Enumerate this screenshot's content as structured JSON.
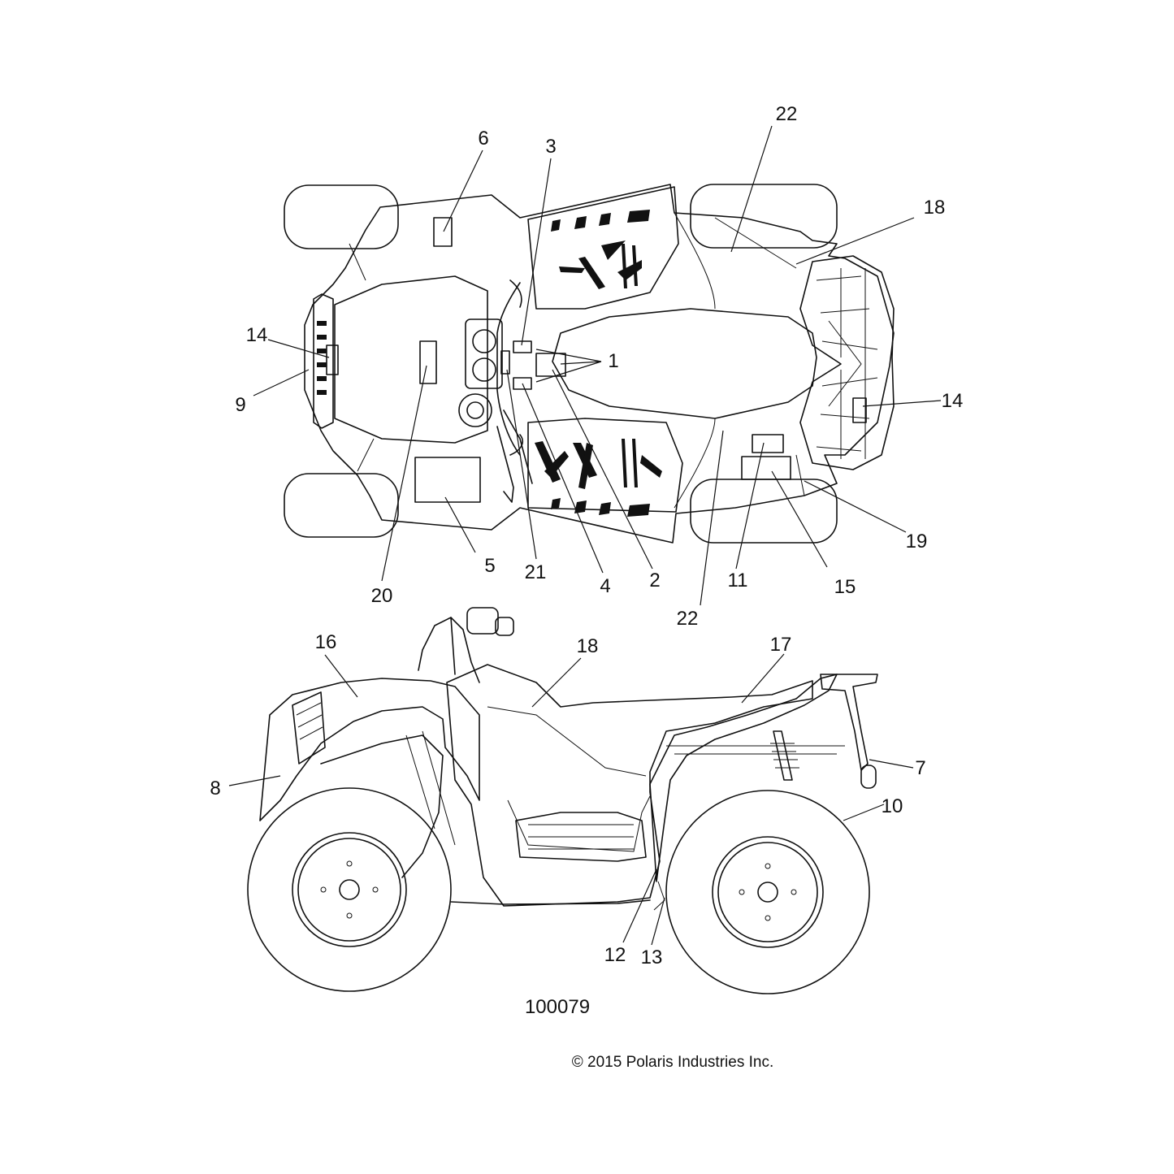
{
  "figure_number": "100079",
  "copyright": "© 2015 Polaris Industries Inc.",
  "callouts": [
    {
      "id": "c1",
      "label": "1"
    },
    {
      "id": "c2",
      "label": "2"
    },
    {
      "id": "c3",
      "label": "3"
    },
    {
      "id": "c4",
      "label": "4"
    },
    {
      "id": "c5",
      "label": "5"
    },
    {
      "id": "c6",
      "label": "6"
    },
    {
      "id": "c7",
      "label": "7"
    },
    {
      "id": "c8",
      "label": "8"
    },
    {
      "id": "c9",
      "label": "9"
    },
    {
      "id": "c10",
      "label": "10"
    },
    {
      "id": "c11",
      "label": "11"
    },
    {
      "id": "c12",
      "label": "12"
    },
    {
      "id": "c13",
      "label": "13"
    },
    {
      "id": "c14a",
      "label": "14"
    },
    {
      "id": "c14b",
      "label": "14"
    },
    {
      "id": "c15",
      "label": "15"
    },
    {
      "id": "c16",
      "label": "16"
    },
    {
      "id": "c17",
      "label": "17"
    },
    {
      "id": "c18a",
      "label": "18"
    },
    {
      "id": "c18b",
      "label": "18"
    },
    {
      "id": "c19",
      "label": "19"
    },
    {
      "id": "c20",
      "label": "20"
    },
    {
      "id": "c21",
      "label": "21"
    },
    {
      "id": "c22a",
      "label": "22"
    },
    {
      "id": "c22b",
      "label": "22"
    }
  ]
}
